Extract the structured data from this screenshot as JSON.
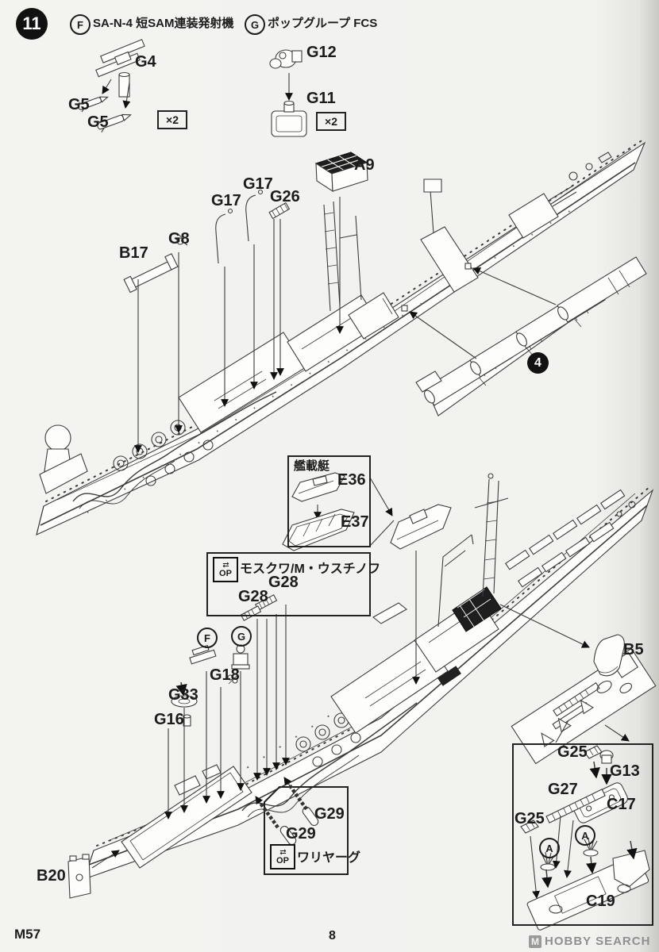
{
  "page": {
    "step_number": "11",
    "page_number": "8",
    "sheet_code": "M57",
    "watermark": "HOBBY SEARCH"
  },
  "header": {
    "f_letter": "F",
    "f_title": "SA-N-4 短SAM連装発射機",
    "g_letter": "G",
    "g_title": "ポップグループ FCS"
  },
  "callouts": {
    "g4": "G4",
    "g5a": "G5",
    "g5b": "G5",
    "x2a": "×2",
    "g12": "G12",
    "g11": "G11",
    "x2b": "×2",
    "a9": "A9",
    "g17a": "G17",
    "g17b": "G17",
    "g26": "G26",
    "g8": "G8",
    "b17": "B17",
    "step4": "4",
    "e36": "E36",
    "e37": "E37",
    "g28a": "G28",
    "g28b": "G28",
    "f2": "F",
    "g2": "G",
    "g18": "G18",
    "g33": "G33",
    "g16": "G16",
    "b5": "B5",
    "b20": "B20",
    "g29a": "G29",
    "g29b": "G29",
    "g25a": "G25",
    "g13": "G13",
    "g27": "G27",
    "c17": "C17",
    "g25b": "G25",
    "a1": "A",
    "a2": "A",
    "c19": "C19"
  },
  "boxes": {
    "boat_box_title": "艦載艇",
    "op1_label": "OP",
    "op1_arrows": "⇄",
    "op1_text": "モスクワ/M・ウスチノフ",
    "op2_label": "OP",
    "op2_arrows": "⇄",
    "op2_text": "ワリヤーグ"
  }
}
